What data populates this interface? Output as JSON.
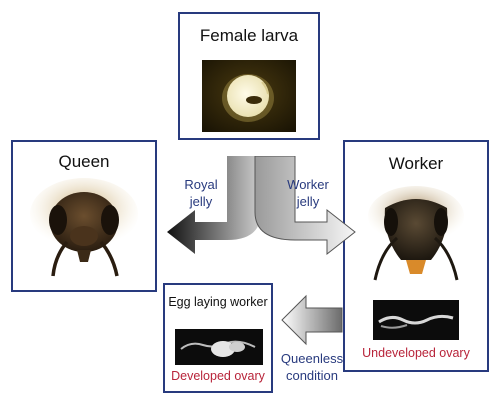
{
  "colors": {
    "border": "#283a7e",
    "label_text": "#283a7e",
    "ovary_text": "#b8243a"
  },
  "nodes": {
    "female_larva": {
      "title": "Female larva"
    },
    "queen": {
      "title": "Queen"
    },
    "worker": {
      "title": "Worker",
      "ovary_caption": "Undeveloped ovary"
    },
    "egg_laying_worker": {
      "title": "Egg laying worker",
      "ovary_caption": "Developed ovary"
    }
  },
  "edges": {
    "royal_jelly": {
      "label": "Royal\njelly"
    },
    "worker_jelly": {
      "label": "Worker\njelly"
    },
    "queenless_condition": {
      "label": "Queenless\ncondition"
    }
  }
}
